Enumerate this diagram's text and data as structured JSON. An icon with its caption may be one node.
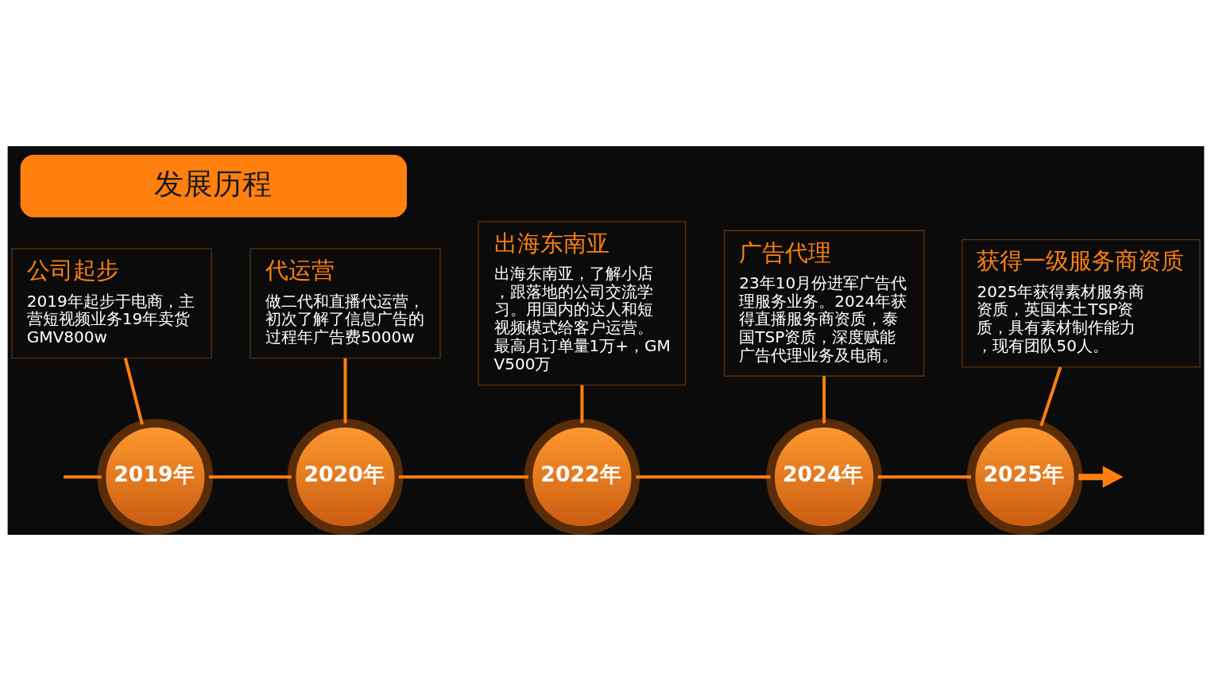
{
  "diagram": {
    "title": "发展历程",
    "nodes": [
      {
        "text": [
          "公司起步",
          "2019年起步于电商，主营短视频业务19年卖货GMV800w"
        ]
      },
      {
        "text": [
          "2019年"
        ]
      },
      {
        "text": [
          "代运营",
          "做二代和直播代运营，初次了解了信息广告的过程年广告费5000w"
        ]
      },
      {
        "text": [
          "2020年"
        ]
      },
      {
        "text": [
          "出海东南亚",
          "出海东南亚，了解小店，跟落地的公司交流学习。用国内的达人和短视频模式给客户运营。最高月订单量1万+，GMV500万"
        ]
      },
      {
        "text": [
          "2022年"
        ]
      },
      {
        "text": [
          "广告代理",
          "23年10月份进军广告代理服务业务。2024年获得直播服务商资质，泰国TSP资质，深度赋能广告代理业务及电商。"
        ]
      },
      {
        "text": [
          "2024年"
        ]
      },
      {
        "text": [
          "获得一级服务商资质",
          "2025年获得素材服务商资质，英国本土TSP资质，具有素材制作能力，现有团队50人。"
        ]
      },
      {
        "text": [
          "2025年"
        ]
      }
    ],
    "edges": [
      {
        "from": 0,
        "to": 1,
        "arrow": "none"
      },
      {
        "from": 2,
        "to": 3,
        "arrow": "none"
      },
      {
        "from": 4,
        "to": 5,
        "arrow": "none"
      },
      {
        "from": 6,
        "to": 7,
        "arrow": "none"
      },
      {
        "from": 8,
        "to": 9,
        "arrow": "none"
      },
      {
        "from": null,
        "to": 1,
        "arrow": "none"
      },
      {
        "from": 1,
        "to": 3,
        "arrow": "none"
      },
      {
        "from": 3,
        "to": 5,
        "arrow": "none"
      },
      {
        "from": 5,
        "to": 7,
        "arrow": "none"
      },
      {
        "from": 7,
        "to": 9,
        "arrow": "none"
      },
      {
        "from": 9,
        "to": null,
        "arrow": "to",
        "style": "thick"
      }
    ]
  }
}
